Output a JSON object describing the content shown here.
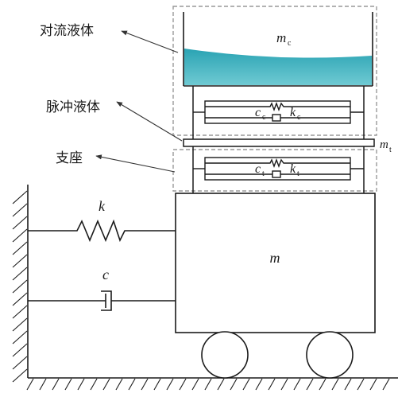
{
  "labels": {
    "convective_liquid": "对流液体",
    "impulsive_liquid": "脉冲液体",
    "support": "支座"
  },
  "symbols": {
    "m": "m",
    "k": "k",
    "c": "c",
    "sub_c": "c",
    "sub_t": "t"
  },
  "colors": {
    "liquid": "#5bc2cd",
    "liquid_top": "#2aa3b3",
    "line": "#1a1a1a",
    "dashed_box": "#999999"
  }
}
